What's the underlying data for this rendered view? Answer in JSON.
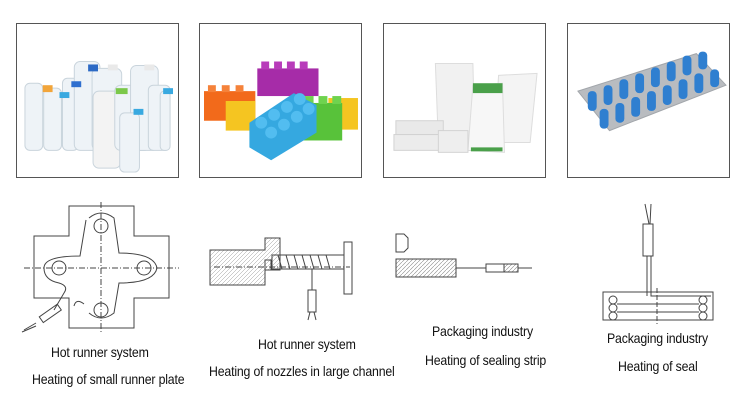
{
  "panels": [
    {
      "photo": "plastic-bottles",
      "diagram": "runner-plate-heater",
      "caption_line1": "Hot runner system",
      "caption_line2": "Heating of small runner plate"
    },
    {
      "photo": "plastic-building-blocks",
      "diagram": "nozzle-heater",
      "caption_line1": "Hot runner system",
      "caption_line2": "Heating of nozzles in large channel"
    },
    {
      "photo": "packaging-pouches",
      "diagram": "sealing-strip-heater",
      "caption_line1": "Packaging industry",
      "caption_line2": "Heating of sealing strip"
    },
    {
      "photo": "blister-pack-capsules",
      "diagram": "seal-coil-heater",
      "caption_line1": "Packaging industry",
      "caption_line2": "Heating of seal"
    }
  ],
  "colors": {
    "frame": "#555555",
    "line": "#444444",
    "capsule_blue": "#2f7fd0",
    "block_purple": "#a62ca8",
    "block_orange": "#f26a1b",
    "block_yellow": "#f5c521",
    "block_blue": "#35a8e0",
    "block_green": "#58c23a"
  }
}
